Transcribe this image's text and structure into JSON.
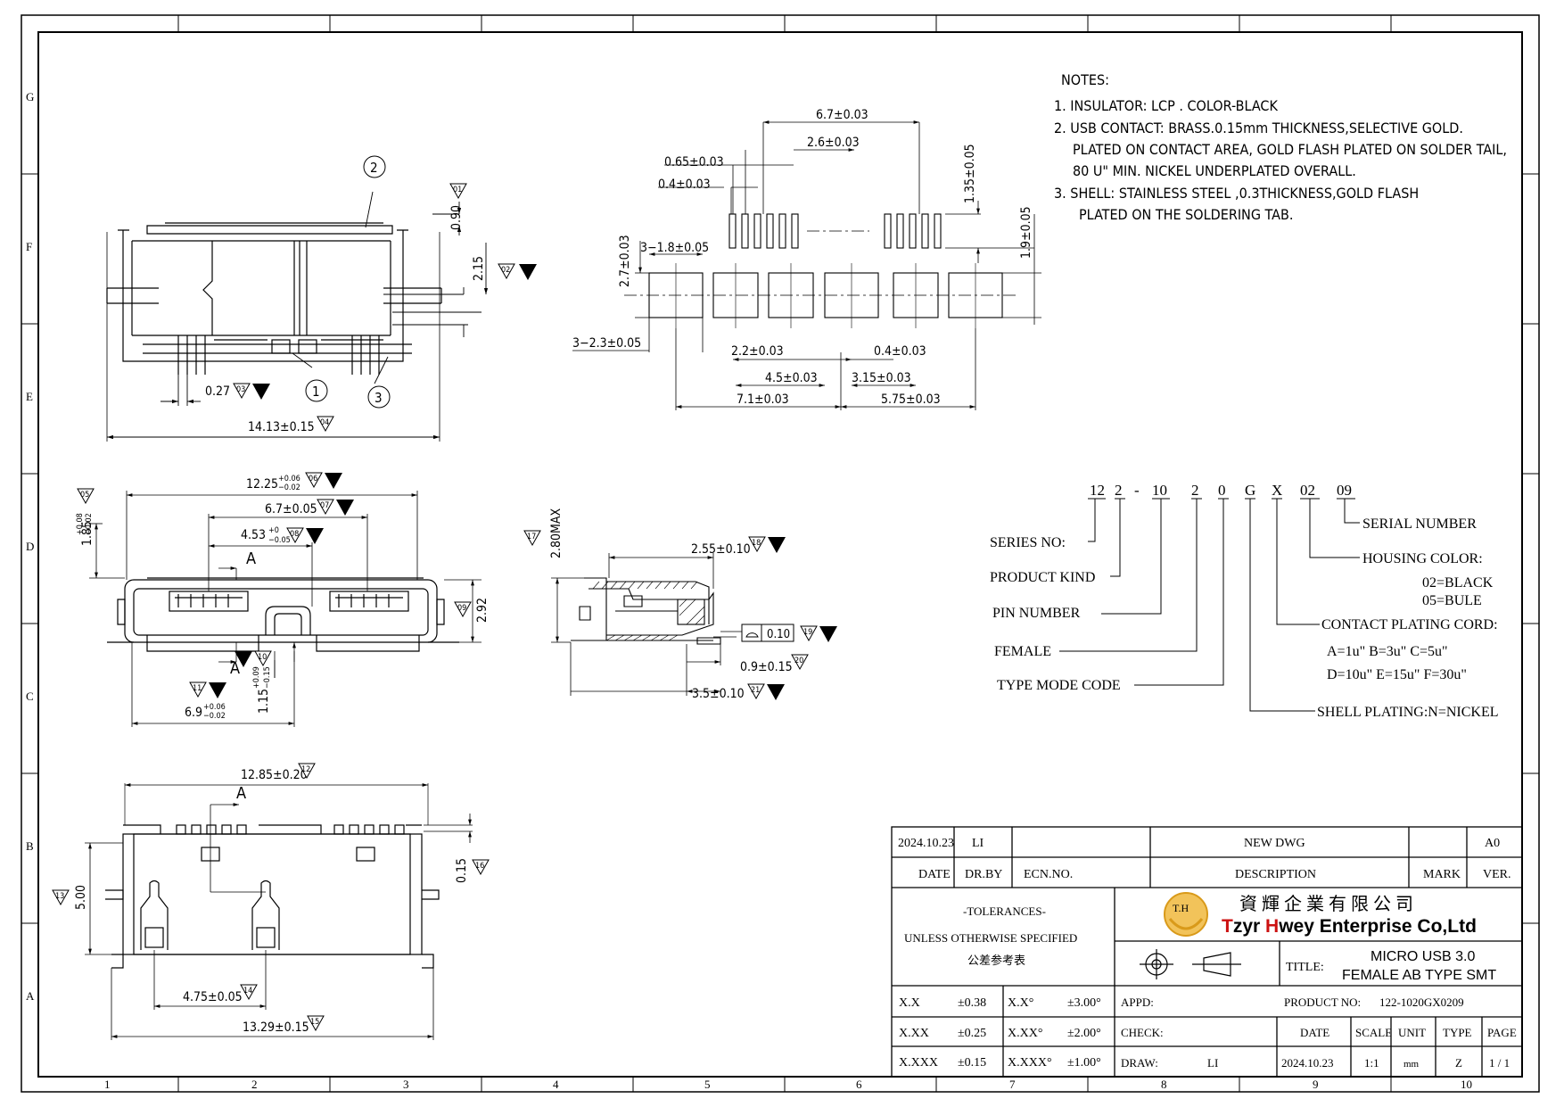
{
  "grid": {
    "columns": [
      "1",
      "2",
      "3",
      "4",
      "5",
      "6",
      "7",
      "8",
      "9",
      "10"
    ],
    "rows": [
      "G",
      "F",
      "E",
      "D",
      "C",
      "B",
      "A"
    ]
  },
  "notes": {
    "heading": "NOTES:",
    "lines": [
      "1. INSULATOR: LCP . COLOR-BLACK",
      "2. USB CONTACT: BRASS.0.15mm THICKNESS,SELECTIVE GOLD.",
      "PLATED ON CONTACT AREA, GOLD FLASH PLATED ON SOLDER TAIL,",
      "80 U\" MIN. NICKEL UNDERPLATED OVERALL.",
      "3. SHELL: STAINLESS STEEL ,0.3THICKNESS,GOLD FLASH",
      "PLATED ON THE SOLDERING TAB."
    ]
  },
  "front_view": {
    "callouts": [
      "1",
      "2",
      "3"
    ],
    "dims": {
      "d0_27": "0.27",
      "d14_13": "14.13±0.15",
      "d0_90": "0.90",
      "d2_15": "2.15"
    },
    "tags": {
      "t01": "01",
      "t02": "02",
      "t03": "03",
      "t04": "04"
    }
  },
  "footprint": {
    "dims": {
      "d6_7": "6.7±0.03",
      "d2_6": "2.6±0.03",
      "d0_65": "0.65±0.03",
      "d0_4a": "0.4±0.03",
      "d1_35": "1.35±0.05",
      "d1_9": "1.9±0.05",
      "d2_7": "2.7±0.03",
      "d3_1_8": "3−1.8±0.05",
      "d3_2_3": "3−2.3±0.05",
      "d2_2": "2.2±0.03",
      "d0_4b": "0.4±0.03",
      "d4_5": "4.5±0.03",
      "d3_15": "3.15±0.03",
      "d7_1": "7.1±0.03",
      "d5_75": "5.75±0.03"
    }
  },
  "side_view": {
    "dims": {
      "d12_25": "12.25",
      "d12_25_tol_up": "+0.06",
      "d12_25_tol_dn": "−0.02",
      "d6_7": "6.7±0.05",
      "d4_53": "4.53",
      "d4_53_tol_up": "+0",
      "d4_53_tol_dn": "−0.05",
      "d1_85": "1.85",
      "d1_85_tol_up": "+0.08",
      "d1_85_tol_dn": "−0.02",
      "d2_92": "2.92",
      "d1_15": "1.15",
      "d1_15_tol_up": "+0.09",
      "d1_15_tol_dn": "−0.15",
      "d6_9": "6.9",
      "d6_9_tol_up": "+0.06",
      "d6_9_tol_dn": "−0.02",
      "section": "A"
    },
    "tags": {
      "t05": "05",
      "t06": "06",
      "t07": "07",
      "t08": "08",
      "t09": "09",
      "t10": "10",
      "t11": "11"
    }
  },
  "section_view": {
    "dims": {
      "d2_80": "2.80MAX",
      "d2_55": "2.55±0.10",
      "d0_10": "0.10",
      "d0_9": "0.9±0.15",
      "d3_5": "3.5±0.10"
    },
    "tags": {
      "t17": "17",
      "t18": "18",
      "t19": "19",
      "t20": "20",
      "t21": "21"
    }
  },
  "bottom_view": {
    "dims": {
      "d12_85": "12.85±0.20",
      "d5_00": "5.00",
      "d0_15": "0.15",
      "d4_75": "4.75±0.05",
      "d13_29": "13.29±0.15",
      "section": "A"
    },
    "tags": {
      "t12": "12",
      "t13": "13",
      "t14": "14",
      "t15": "15",
      "t16": "16"
    }
  },
  "part_number": {
    "segments": [
      "12",
      "2",
      "-",
      "10",
      "2",
      "0",
      "G",
      "X",
      "02",
      "09"
    ],
    "labels": {
      "series": "SERIES NO:",
      "product_kind": "PRODUCT KIND",
      "pin_number": "PIN NUMBER",
      "female": "FEMALE",
      "type_mode": "TYPE MODE CODE",
      "serial": "SERIAL NUMBER",
      "housing": "HOUSING COLOR:",
      "housing_opt1": "02=BLACK",
      "housing_opt2": "05=BULE",
      "contact": "CONTACT PLATING CORD:",
      "contact_opt1": "A=1u\"  B=3u\"  C=5u\"",
      "contact_opt2": "D=10u\" E=15u\" F=30u\"",
      "shell": "SHELL PLATING:N=NICKEL"
    }
  },
  "title_block": {
    "rev": {
      "date": "2024.10.23",
      "dr_by": "LI",
      "ecn": "",
      "description": "NEW DWG",
      "mark": "",
      "ver": "A0"
    },
    "rev_headers": {
      "date": "DATE",
      "dr_by": "DR.BY",
      "ecn": "ECN.NO.",
      "description": "DESCRIPTION",
      "mark": "MARK",
      "ver": "VER."
    },
    "tolerances": {
      "heading": "-TOLERANCES-",
      "line": "UNLESS OTHERWISE SPECIFIED",
      "cn": "公差参考表",
      "rows": [
        {
          "lin": "X.X",
          "lin_tol": "±0.38",
          "ang": "X.X°",
          "ang_tol": "±3.00°"
        },
        {
          "lin": "X.XX",
          "lin_tol": "±0.25",
          "ang": "X.XX°",
          "ang_tol": "±2.00°"
        },
        {
          "lin": "X.XXX",
          "lin_tol": "±0.15",
          "ang": "X.XXX°",
          "ang_tol": "±1.00°"
        }
      ]
    },
    "company": {
      "logo_text": "T.H",
      "cn_name": "資 輝 企 業 有 限 公 司",
      "name_part1": "T",
      "name_part2": "zyr ",
      "name_part3": "H",
      "name_part4": "wey Enterprise Co,Ltd",
      "accent": "#cc1111",
      "logo_color": "#d99a1a"
    },
    "title_label": "TITLE:",
    "title_line1": "MICRO USB 3.0",
    "title_line2": "FEMALE AB TYPE SMT",
    "appd_label": "APPD:",
    "appd_value": "",
    "check_label": "CHECK:",
    "check_value": "",
    "draw_label": "DRAW:",
    "draw_value": "LI",
    "product_no_label": "PRODUCT NO:",
    "product_no": "122-1020GX0209",
    "info_headers": {
      "date": "DATE",
      "scale": "SCALE",
      "unit": "UNIT",
      "type": "TYPE",
      "page": "PAGE"
    },
    "info_values": {
      "date": "2024.10.23",
      "scale": "1:1",
      "unit": "mm",
      "type": "Z",
      "page": "1 / 1"
    }
  }
}
